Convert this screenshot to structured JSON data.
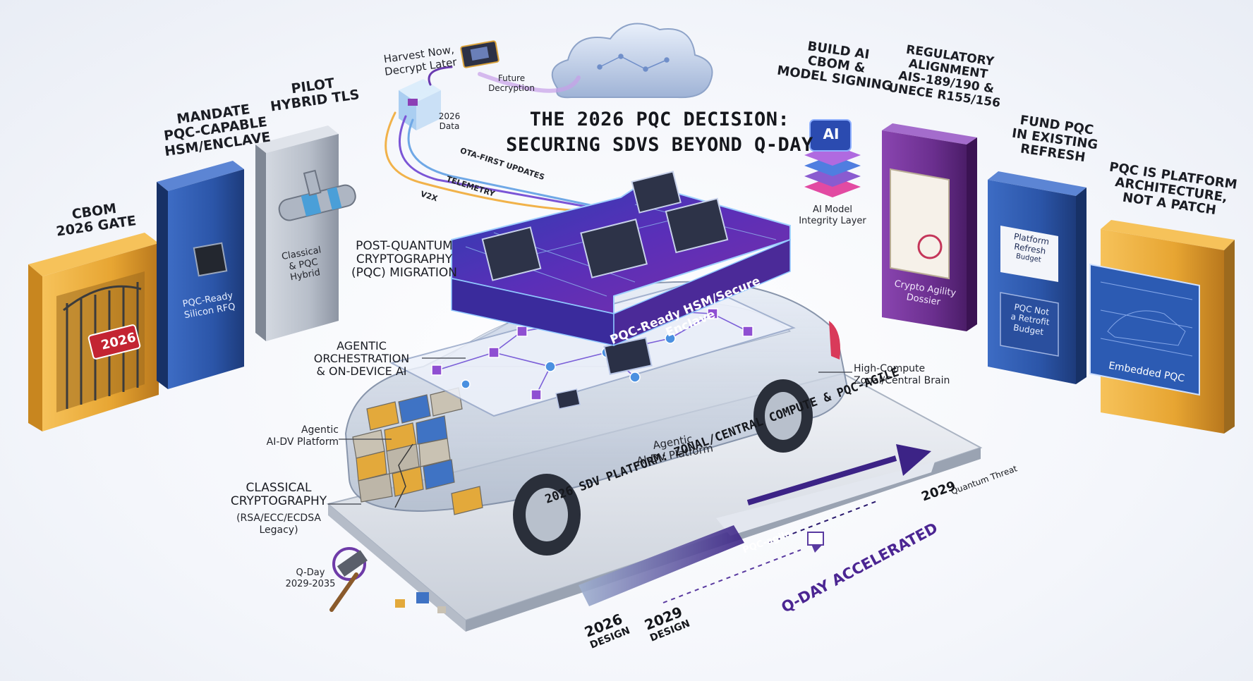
{
  "title": {
    "line1": "THE 2026 PQC DECISION:",
    "line2": "SECURING SDVS BEYOND Q-DAY"
  },
  "pillars": [
    {
      "heading_lines": [
        "CBOM",
        "2026 GATE"
      ],
      "inner_text": "2026",
      "color": "#e7a532"
    },
    {
      "heading_lines": [
        "MANDATE",
        "PQC-CAPABLE",
        "HSM/ENCLAVE"
      ],
      "inner_lines": [
        "PQC-Ready",
        "Silicon RFQ"
      ],
      "color": "#2b55a8"
    },
    {
      "heading_lines": [
        "PILOT",
        "HYBRID TLS"
      ],
      "inner_lines": [
        "Classical",
        "& PQC",
        "Hybrid"
      ],
      "color": "#b7bec9"
    },
    {
      "heading_lines": [
        "BUILD AI",
        "CBOM &",
        "MODEL SIGNING"
      ],
      "inner_lines": [
        "AI Model",
        "Integrity Layer"
      ],
      "chip_text": "AI"
    },
    {
      "heading_lines": [
        "REGULATORY",
        "ALIGNMENT",
        "AIS-189/190 &",
        "UNECE R155/156"
      ],
      "inner_lines": [
        "Crypto Agility",
        "Dossier"
      ],
      "color": "#6b2f8f"
    },
    {
      "heading_lines": [
        "FUND PQC",
        "IN EXISTING",
        "REFRESH"
      ],
      "inner_lines": [
        "Platform",
        "Refresh",
        "Budget",
        "PQC Not",
        "a Retrofit",
        "Budget"
      ],
      "color": "#2b55a8"
    },
    {
      "heading_lines": [
        "PQC IS PLATFORM",
        "ARCHITECTURE,",
        "NOT A PATCH"
      ],
      "inner_text": "Embedded PQC",
      "color": "#e7a532"
    }
  ],
  "threat": {
    "harvest_lines": [
      "Harvest Now,",
      "Decrypt Later"
    ],
    "future_lines": [
      "Future",
      "Decryption"
    ],
    "data_lines": [
      "2026",
      "Data"
    ],
    "streams": [
      "OTA-FIRST UPDATES",
      "TELEMETRY",
      "V2X"
    ]
  },
  "hsm": {
    "label_lines": [
      "POST-QUANTUM",
      "CRYPTOGRAPHY",
      "(PQC) MIGRATION"
    ],
    "board_text": "PQC-Ready HSM/Secure Enclave"
  },
  "callouts": {
    "agentic_lines": [
      "AGENTIC",
      "ORCHESTRATION",
      "& ON-DEVICE AI"
    ],
    "high_compute_lines": [
      "High-Compute",
      "Zonal/Central Brain"
    ],
    "platform_lines": [
      "Agentic",
      "AI-DV Platform"
    ],
    "platform_inner_lines": [
      "Agentic",
      "AI-DV Platform"
    ],
    "classical_lines": [
      "CLASSICAL",
      "CRYPTOGRAPHY"
    ],
    "classical_sub_lines": [
      "(RSA/ECC/ECDSA",
      "Legacy)"
    ],
    "qday_lines": [
      "Q-Day",
      "2029-2035"
    ]
  },
  "timeline": {
    "base_text": "2026 SDV PLATFORM: ZONAL/CENTRAL COMPUTE & PQC-AGILE",
    "pqc_agile": "PQC-agile",
    "accelerated": "Q-DAY ACCELERATED",
    "end_year": "2029",
    "end_note": "Quantum Threat",
    "design_a_year": "2026",
    "design_a_word": "DESIGN",
    "design_b_year": "2029",
    "design_b_word": "DESIGN"
  }
}
